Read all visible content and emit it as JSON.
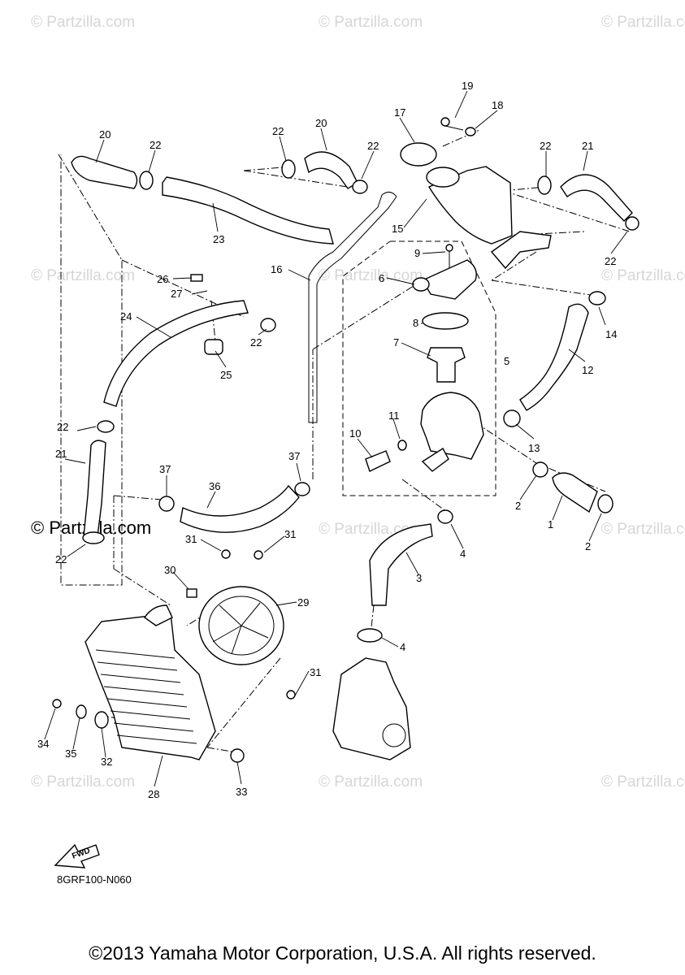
{
  "watermarks": {
    "text": "© Partzilla.com",
    "strong_text": "© Partzilla.com"
  },
  "parts": {
    "p1": "1",
    "p2a": "2",
    "p2b": "2",
    "p3": "3",
    "p4a": "4",
    "p4b": "4",
    "p5": "5",
    "p6": "6",
    "p7": "7",
    "p8": "8",
    "p9": "9",
    "p10": "10",
    "p11": "11",
    "p12": "12",
    "p13": "13",
    "p14": "14",
    "p15": "15",
    "p16": "16",
    "p17": "17",
    "p18": "18",
    "p19": "19",
    "p20a": "20",
    "p20b": "20",
    "p21a": "21",
    "p21b": "21",
    "p22a": "22",
    "p22b": "22",
    "p22c": "22",
    "p22d": "22",
    "p22e": "22",
    "p22f": "22",
    "p22g": "22",
    "p22h": "22",
    "p23": "23",
    "p24": "24",
    "p25": "25",
    "p26": "26",
    "p27": "27",
    "p28": "28",
    "p29": "29",
    "p30": "30",
    "p31a": "31",
    "p31b": "31",
    "p31c": "31",
    "p32": "32",
    "p33": "33",
    "p34": "34",
    "p35": "35",
    "p36": "36",
    "p37a": "37",
    "p37b": "37"
  },
  "fwd_label": "FWD",
  "diagram_code": "8GRF100-N060",
  "copyright": "©2013 Yamaha Motor Corporation, U.S.A. All rights reserved."
}
